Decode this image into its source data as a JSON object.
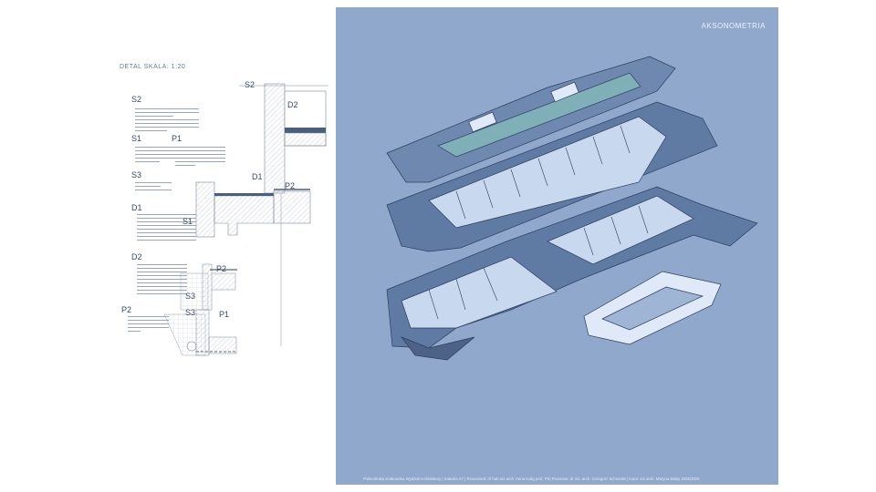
{
  "left": {
    "detail_title": "DETAL   SKALA: 1:20",
    "labels": {
      "s2_top": "S2",
      "d2_top": "D2",
      "s2": "S2",
      "s1": "S1",
      "p1": "P1",
      "s3": "S3",
      "d1": "D1",
      "d1_draw": "D1",
      "p2_draw": "P2",
      "s1_draw": "S1",
      "d2": "D2",
      "p2_draw2": "P2",
      "s3_draw": "S3",
      "s3_draw2": "S3",
      "p1_draw": "P1",
      "p2": "P2"
    }
  },
  "panel": {
    "title": "AKSONOMETRIA",
    "footer": "Politechnika Krakowska Wydział Architektury | Katedra A7 | Recenzent: dr hab.inż.arch. Anna Kulig prof. PK| Promotor: dr inż. arch. Grzegorz Schneider| Autor: inż.arch. Maryna Babiy 2025/2026",
    "colors": {
      "background": "#8fa8cc",
      "slab": "#5f7aa3",
      "wall": "#dfe9f8",
      "water": "#7fb0b8"
    }
  }
}
